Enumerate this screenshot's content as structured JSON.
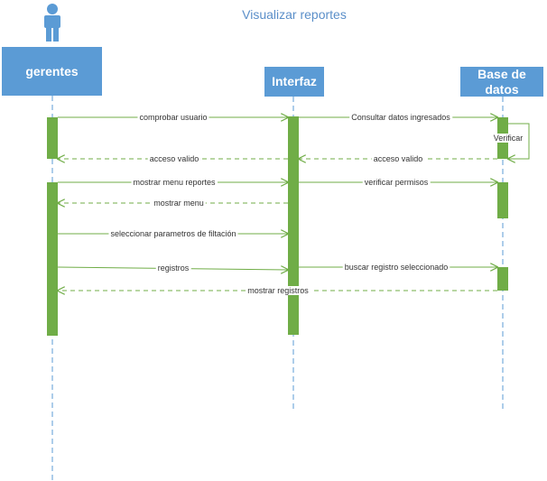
{
  "title": "Visualizar reportes",
  "lanes": {
    "gerentes": "gerentes",
    "interfaz": "Interfaz",
    "base": "Base de datos"
  },
  "messages": {
    "comprobar_usuario": "comprobar usuario",
    "consultar_datos": "Consultar datos ingresados",
    "verificar": "Verificar",
    "acceso_valido_1": "acceso valido",
    "acceso_valido_2": "acceso valido",
    "mostrar_menu_reportes": "mostrar menu reportes",
    "verificar_permisos": "verificar permisos",
    "mostrar_menu": "mostrar menu",
    "seleccionar_parametros": "seleccionar parametros de filtación",
    "registros": "registros",
    "buscar_registro": "buscar registro seleccionado",
    "mostrar_registros": "mostrar registros"
  },
  "colors": {
    "lane": "#5b9bd5",
    "activation": "#70ad47",
    "message": "#70ad47",
    "lifeline": "#5b9bd5",
    "actor": "#5b9bd5"
  }
}
